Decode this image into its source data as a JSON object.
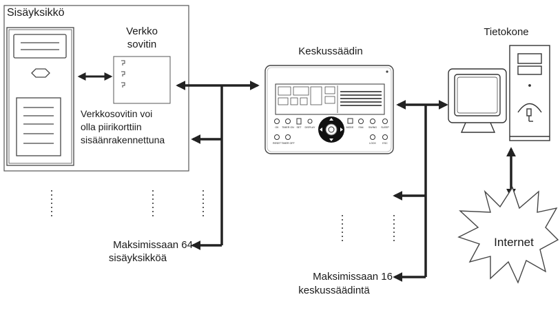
{
  "indoor_unit": {
    "title": "Sisäyksikkö",
    "adapter_label_line1": "Verkko",
    "adapter_label_line2": "sovitin",
    "note_line1": "Verkkosovitin voi",
    "note_line2": "olla piirikorttiin",
    "note_line3": "sisäänrakennettuna"
  },
  "controller": {
    "title": "Keskussäädin",
    "button_labels": [
      "OK",
      "TIMER ON",
      "SET",
      "DISPLAY",
      "MODE",
      "FAN",
      "SWING",
      "SLEEP",
      "RESET",
      "TIMER OFF",
      "LOCK",
      "ESC"
    ]
  },
  "computer": {
    "title": "Tietokone"
  },
  "internet": {
    "label": "Internet"
  },
  "limits": {
    "indoor_line1": "Maksimissaan 64",
    "indoor_line2": "sisäyksikköä",
    "controller_line1": "Maksimissaan 16",
    "controller_line2": "keskussäädintä"
  },
  "colors": {
    "line": "#2b2b2b",
    "stroke": "#444444",
    "panel": "#ffffff"
  }
}
